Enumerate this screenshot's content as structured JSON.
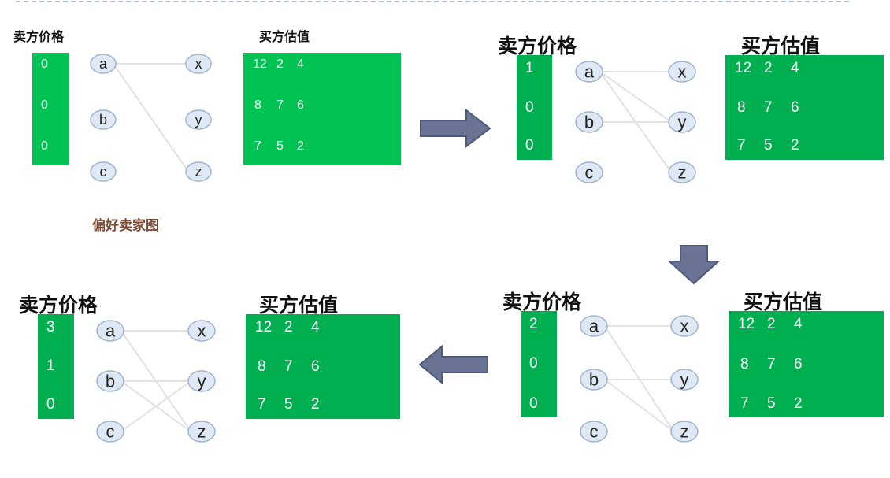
{
  "panels": [
    {
      "id": "p1",
      "seller_price_label": "卖方价格",
      "buyer_value_label": "买方估值",
      "prices": [
        "0",
        "0",
        "0"
      ],
      "values": [
        [
          "12",
          "2",
          "4"
        ],
        [
          "8",
          "7",
          "6"
        ],
        [
          "7",
          "5",
          "2"
        ]
      ],
      "sellers": [
        "a",
        "b",
        "c"
      ],
      "buyers": [
        "x",
        "y",
        "z"
      ],
      "edges": [
        [
          "a",
          "x"
        ],
        [
          "a",
          "z"
        ]
      ]
    },
    {
      "id": "p2",
      "seller_price_label": "卖方价格",
      "buyer_value_label": "买方估值",
      "prices": [
        "1",
        "0",
        "0"
      ],
      "values": [
        [
          "12",
          "2",
          "4"
        ],
        [
          "8",
          "7",
          "6"
        ],
        [
          "7",
          "5",
          "2"
        ]
      ],
      "sellers": [
        "a",
        "b",
        "c"
      ],
      "buyers": [
        "x",
        "y",
        "z"
      ],
      "edges": [
        [
          "a",
          "x"
        ],
        [
          "a",
          "y"
        ],
        [
          "a",
          "z"
        ],
        [
          "b",
          "y"
        ]
      ]
    },
    {
      "id": "p3",
      "seller_price_label": "卖方价格",
      "buyer_value_label": "买方估值",
      "prices": [
        "2",
        "0",
        "0"
      ],
      "values": [
        [
          "12",
          "2",
          "4"
        ],
        [
          "8",
          "7",
          "6"
        ],
        [
          "7",
          "5",
          "2"
        ]
      ],
      "sellers": [
        "a",
        "b",
        "c"
      ],
      "buyers": [
        "x",
        "y",
        "z"
      ],
      "edges": [
        [
          "a",
          "x"
        ],
        [
          "a",
          "z"
        ],
        [
          "b",
          "y"
        ],
        [
          "b",
          "z"
        ]
      ]
    },
    {
      "id": "p4",
      "seller_price_label": "卖方价格",
      "buyer_value_label": "买方估值",
      "prices": [
        "3",
        "1",
        "0"
      ],
      "values": [
        [
          "12",
          "2",
          "4"
        ],
        [
          "8",
          "7",
          "6"
        ],
        [
          "7",
          "5",
          "2"
        ]
      ],
      "sellers": [
        "a",
        "b",
        "c"
      ],
      "buyers": [
        "x",
        "y",
        "z"
      ],
      "edges": [
        [
          "a",
          "x"
        ],
        [
          "a",
          "z"
        ],
        [
          "b",
          "y"
        ],
        [
          "b",
          "z"
        ],
        [
          "c",
          "y"
        ]
      ]
    }
  ],
  "caption": "偏好卖家图",
  "colors": {
    "matrix_green": "#00b050",
    "node_fill": "#dfe9f5",
    "node_stroke": "#9fb4cc",
    "arrow_fill": "#6a7393",
    "edge": "#e2e2e2",
    "caption": "#7a4a34"
  },
  "icons": [
    "arrow-right-icon",
    "arrow-down-icon",
    "arrow-left-icon"
  ]
}
